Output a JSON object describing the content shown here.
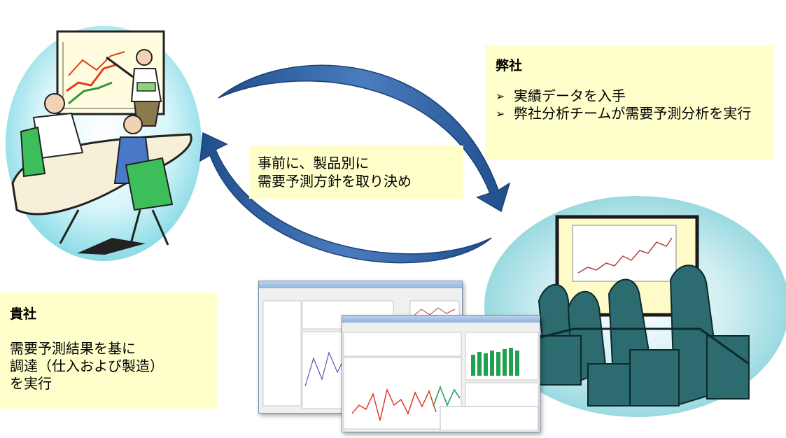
{
  "our_company": {
    "title": "弊社",
    "bullets": [
      "実績データを入手",
      "弊社分析チームが需要予測分析を実行"
    ]
  },
  "center_note": {
    "line1": "事前に、製品別に",
    "line2": "需要予測方針を取り決め"
  },
  "your_company": {
    "title": "貴社",
    "line1": "需要予測結果を基に",
    "line2": "調達（仕入および製造）",
    "line3": "を実行"
  },
  "colors": {
    "note_background": "#ffffcc",
    "arrow": "#2f5f9e",
    "ellipse": "#b8eaf0",
    "figure_teal": "#2c6b70"
  },
  "icons": [
    "bullet-arrow-icon",
    "cycle-arrow-icon"
  ]
}
